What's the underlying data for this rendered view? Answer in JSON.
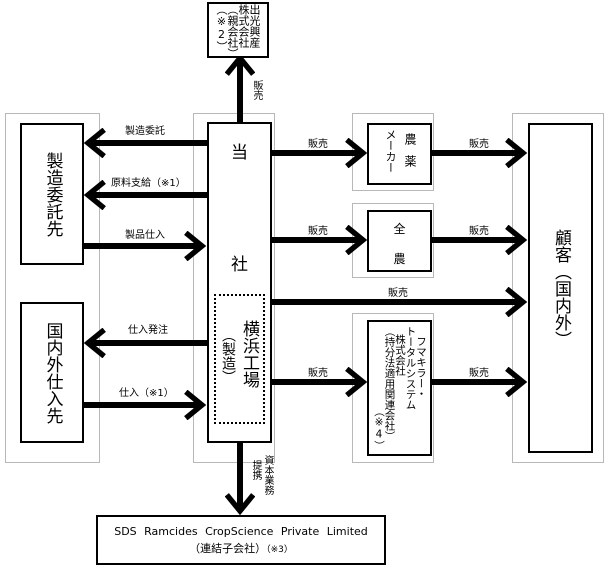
{
  "diagram": {
    "parent_company": {
      "name": "出光興産株式会社",
      "note": "（親会社）（※2）"
    },
    "parent_lines": [
      "出光興産",
      "株式会社",
      "（親会社）",
      "（※2）"
    ],
    "company": {
      "top": "当",
      "bottom": "社"
    },
    "factory": {
      "name": "横浜工場",
      "sub": "（製造）"
    },
    "contract_manufacturer": "製造委託先",
    "supplier": "国内外仕入先",
    "pesticide_maker": {
      "col1": "農薬",
      "col2": "メーカー"
    },
    "zennoh": {
      "top": "全",
      "bottom": "農"
    },
    "fumakilla": {
      "lines": [
        "フマキラー・",
        "トータルシステム",
        "株式会社",
        "（持分法適用関連会社）",
        "（※4）"
      ]
    },
    "customer": "顧客（国内外）",
    "subsidiary": {
      "name": "SDS Ramcides CropScience Private Limited",
      "note": "（連結子会社）",
      "ref": "（※3）"
    },
    "edges": {
      "to_parent": "販売",
      "consign_manufacture": "製造委託",
      "material_supply": "原料支給（※1）",
      "product_purchase": "製品仕入",
      "purchase_order": "仕入発注",
      "purchase": "仕入（※1）",
      "sale_maker": "販売",
      "sale_zennoh": "販売",
      "sale_direct": "販売",
      "sale_fumakilla": "販売",
      "maker_to_customer": "販売",
      "zennoh_to_customer": "販売",
      "fumakilla_to_customer": "販売",
      "capital_alliance": [
        "資本業務",
        "提携"
      ]
    }
  }
}
